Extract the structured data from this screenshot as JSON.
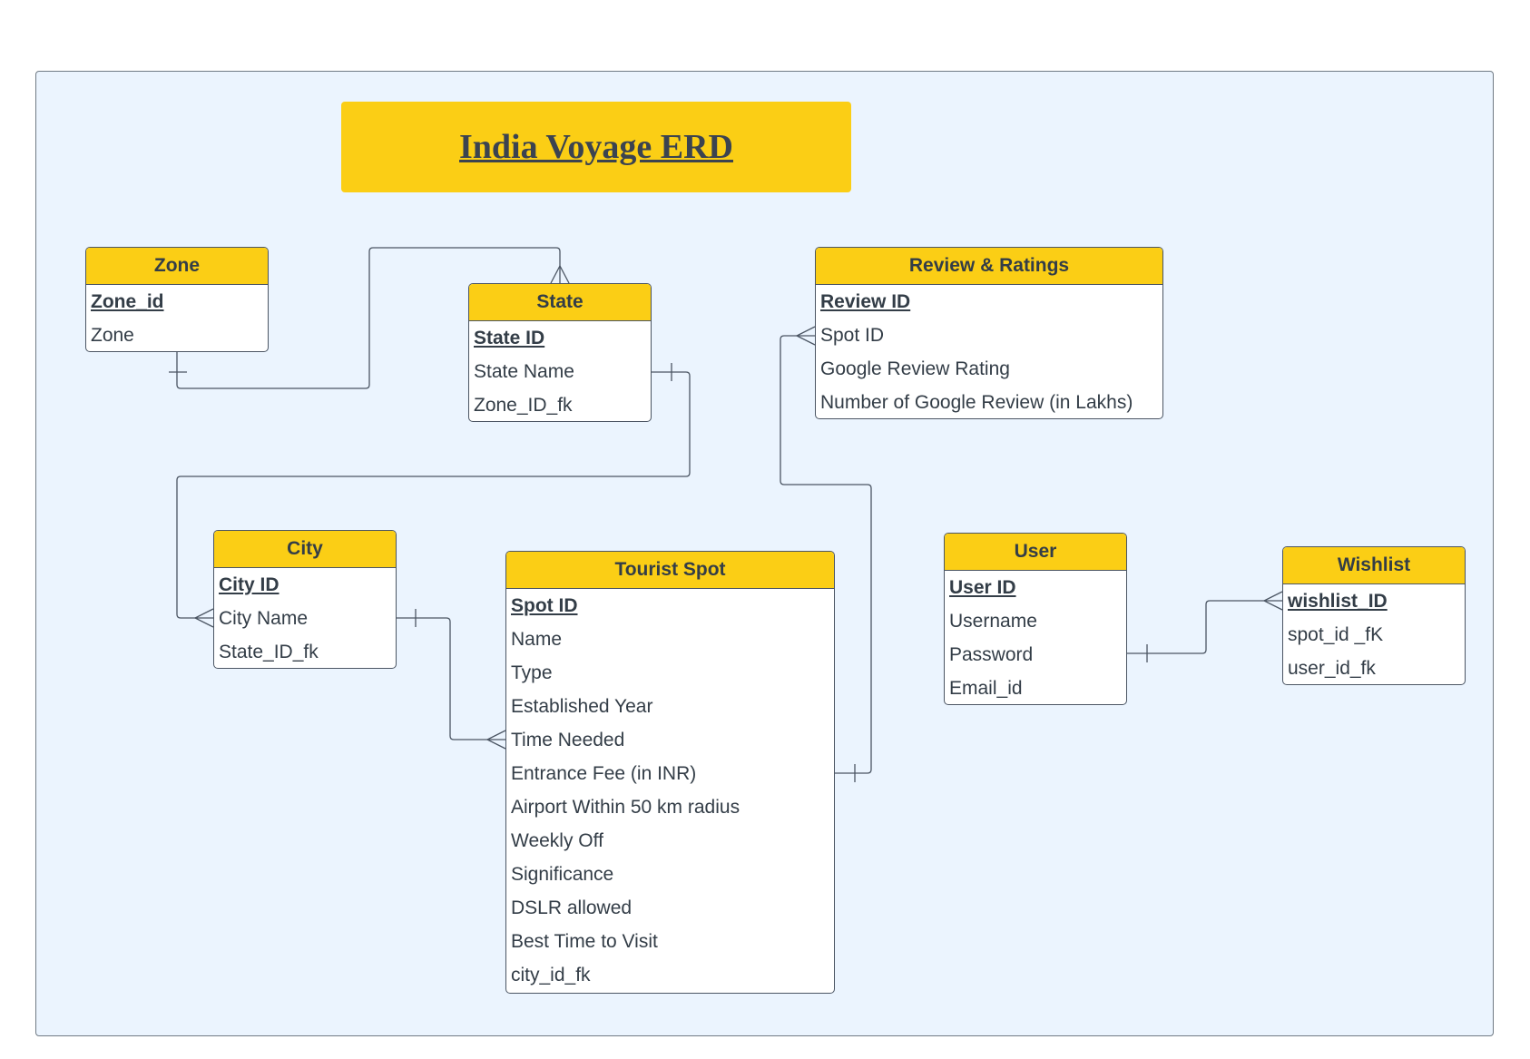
{
  "title": "India Voyage ERD",
  "colors": {
    "header": "#fbce15",
    "canvas": "#ebf4fe",
    "line": "#4b5563"
  },
  "entities": {
    "zone": {
      "name": "Zone",
      "pk": "Zone_id",
      "fields": [
        "Zone"
      ]
    },
    "state": {
      "name": "State",
      "pk": "State ID",
      "fields": [
        "State Name",
        "Zone_ID_fk"
      ]
    },
    "review": {
      "name": "Review & Ratings",
      "pk": "Review ID",
      "fields": [
        "Spot ID",
        "Google Review Rating",
        "Number of Google Review (in Lakhs)"
      ]
    },
    "city": {
      "name": "City",
      "pk": "City ID",
      "fields": [
        "City Name",
        "State_ID_fk"
      ]
    },
    "spot": {
      "name": "Tourist Spot",
      "pk": "Spot ID",
      "fields": [
        "Name",
        "Type",
        "Established Year",
        "Time Needed",
        "Entrance Fee (in INR)",
        "Airport Within 50 km radius",
        "Weekly Off",
        "Significance",
        "DSLR allowed",
        "Best Time to Visit",
        "city_id_fk"
      ]
    },
    "user": {
      "name": "User",
      "pk": "User ID",
      "fields": [
        "Username",
        "Password",
        "Email_id"
      ]
    },
    "wishlist": {
      "name": "Wishlist",
      "pk": "wishlist_ID",
      "fields": [
        "spot_id _fK",
        "user_id_fk"
      ]
    }
  },
  "relationships": [
    {
      "from": "Zone",
      "to": "State",
      "from_cardinality": "one",
      "to_cardinality": "many"
    },
    {
      "from": "State",
      "to": "City",
      "from_cardinality": "one",
      "to_cardinality": "many"
    },
    {
      "from": "City",
      "to": "Tourist Spot",
      "from_cardinality": "one",
      "to_cardinality": "many"
    },
    {
      "from": "Tourist Spot",
      "to": "Review & Ratings",
      "from_cardinality": "one",
      "to_cardinality": "many"
    },
    {
      "from": "User",
      "to": "Wishlist",
      "from_cardinality": "one",
      "to_cardinality": "many"
    }
  ]
}
